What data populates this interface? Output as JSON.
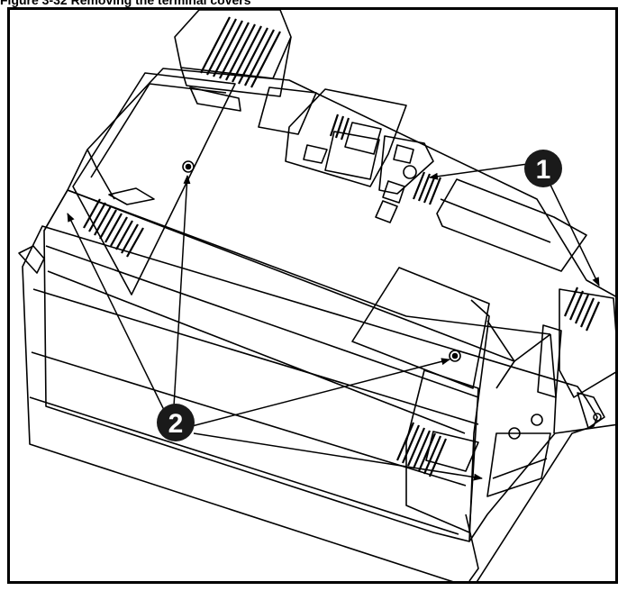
{
  "figure": {
    "title": "Figure 3-32 Removing the terminal covers",
    "callout_1": "1",
    "callout_2": "2",
    "colors": {
      "line": "#000000",
      "callout_fill": "#1a1a1a",
      "background": "#ffffff"
    }
  }
}
